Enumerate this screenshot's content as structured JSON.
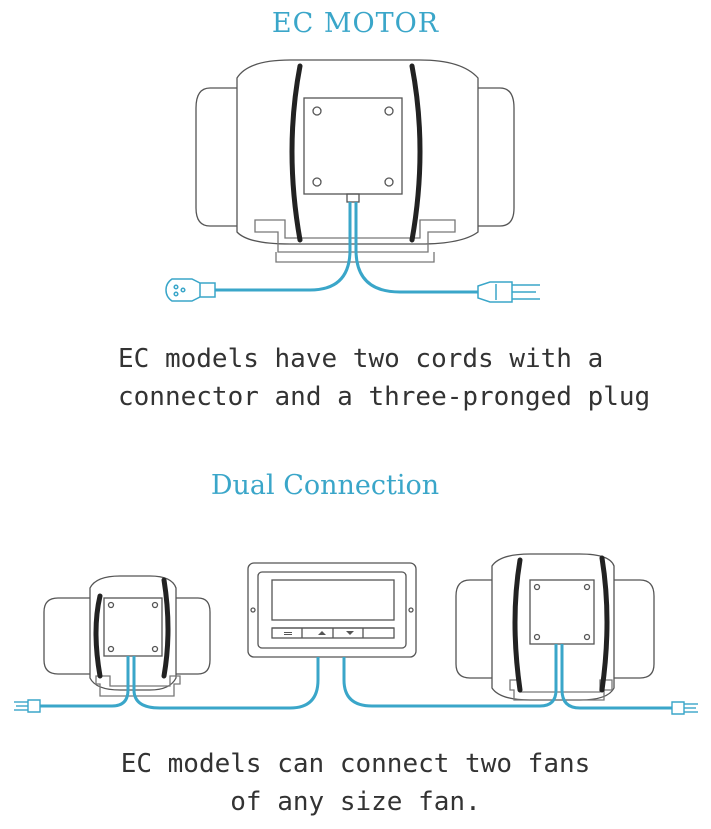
{
  "top": {
    "title": "EC MOTOR",
    "caption_line1": "EC models have two cords with a",
    "caption_line2": "connector and a three-pronged plug"
  },
  "bottom": {
    "title": "Dual Connection",
    "caption_line1": "EC models can connect two fans",
    "caption_line2": "of any size fan."
  },
  "colors": {
    "cable": "#3aa6c9",
    "title": "#3aa6c9",
    "outline": "#555555",
    "strap": "#222222"
  }
}
